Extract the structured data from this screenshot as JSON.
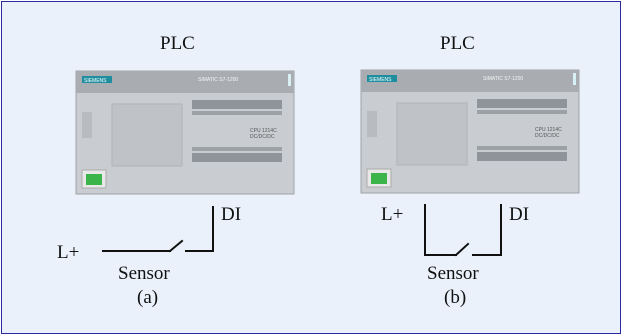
{
  "panels": [
    {
      "id": "a",
      "plc_label": "PLC",
      "device": {
        "brand": "SIEMENS",
        "model": "SIMATIC S7-1200",
        "cpu": "CPU 1214C",
        "supply": "DC/DC/DC"
      },
      "supply_label": "L+",
      "input_label": "DI",
      "sensor_label": "Sensor",
      "caption": "(a)"
    },
    {
      "id": "b",
      "plc_label": "PLC",
      "device": {
        "brand": "SIEMENS",
        "model": "SIMATIC S7-1200",
        "cpu": "CPU 1214C",
        "supply": "DC/DC/DC"
      },
      "supply_label": "L+",
      "input_label": "DI",
      "sensor_label": "Sensor",
      "caption": "(b)"
    }
  ],
  "colors": {
    "border": "#2a2a9e",
    "background": "#eaf1fb",
    "plc_body": "#c9ccd0",
    "plc_header": "#a9adb2",
    "brand_badge": "#1f8fa0",
    "port": "#3bb54a",
    "wire": "#111111"
  }
}
